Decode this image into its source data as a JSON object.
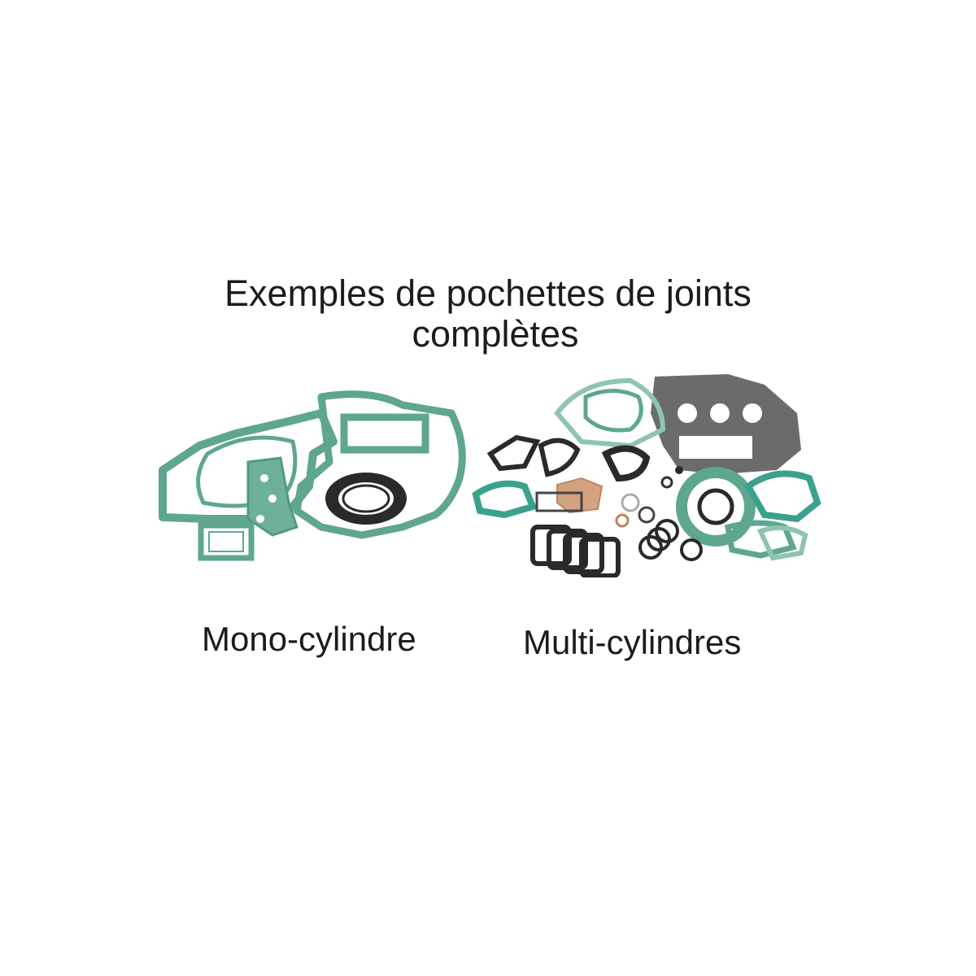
{
  "heading": {
    "line1": "Exemples de pochettes de joints",
    "line2": "complètes"
  },
  "captions": {
    "mono": "Mono-cylindre",
    "multi": "Multi-cylindres"
  },
  "colors": {
    "gasket_green": "#5fa690",
    "gasket_green_dark": "#2f7a66",
    "gasket_black": "#2a2a2a",
    "gasket_copper": "#d5a27f",
    "gasket_grey": "#6b6b6b"
  },
  "images": {
    "mono_kit": "mono-cylinder-gasket-kit",
    "multi_kit": "multi-cylinder-gasket-kit"
  }
}
